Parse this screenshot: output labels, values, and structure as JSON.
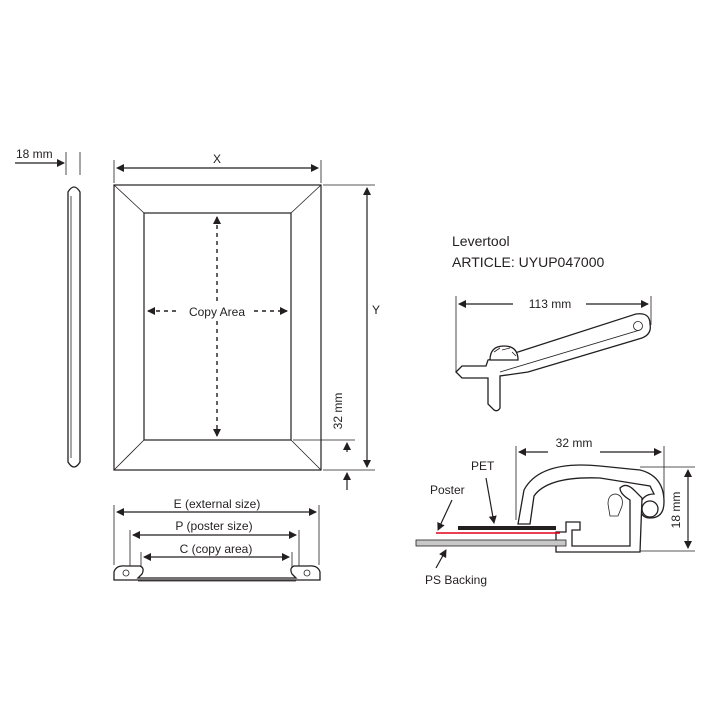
{
  "dims": {
    "side_width": "18 mm",
    "width": "X",
    "height": "Y",
    "copy_area": "Copy Area",
    "border": "32 mm",
    "external": "E (external size)",
    "poster_size": "P (poster size)",
    "copy_size": "C (copy area)"
  },
  "levertool": {
    "title": "Levertool",
    "article": "ARTICLE: UYUP047000",
    "length": "113 mm"
  },
  "profile": {
    "width": "32 mm",
    "height": "18 mm",
    "pet": "PET",
    "poster": "Poster",
    "backing": "PS Backing"
  },
  "colors": {
    "poster_line": "#e2001a",
    "backing": "#c8c8c8",
    "pet": "#231f20"
  }
}
